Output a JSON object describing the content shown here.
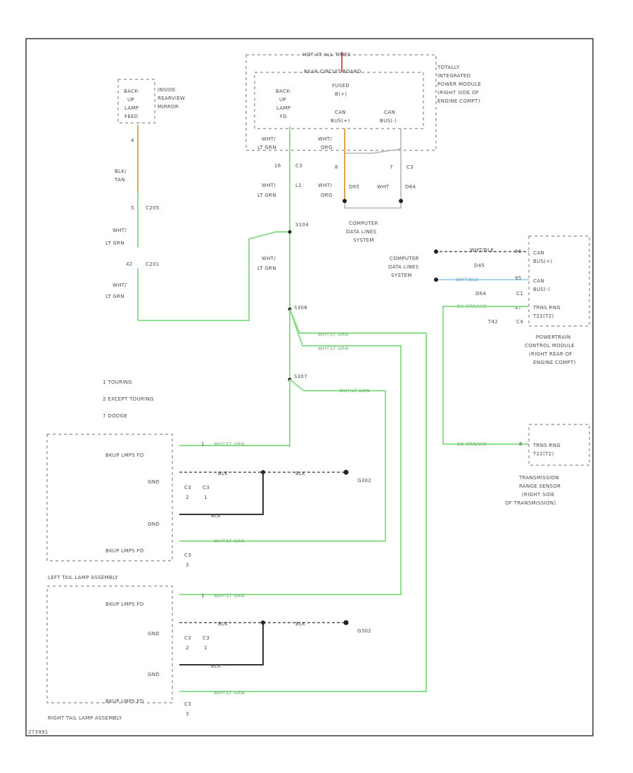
{
  "labels": {
    "hot_at_all_times": "HOT AT ALL TIMES",
    "rear_circuit_board": "REAR CIRCUIT BOARD",
    "tipm_1": "TOTALLY",
    "tipm_2": "INTEGRATED",
    "tipm_3": "POWER MODULE",
    "tipm_4": "(RIGHT SIDE OF",
    "tipm_5": "ENGINE COMPT)",
    "backup_1": "BACK-",
    "backup_2": "UP",
    "backup_3": "LAMP",
    "backup_4": "FD",
    "fused_1": "FUSED",
    "fused_2": "B(+)",
    "can1_1": "CAN",
    "can1_2": "BUS(+)",
    "can2_1": "CAN",
    "can2_2": "BUS(-)",
    "mirror_1": "BACK-",
    "mirror_2": "UP",
    "mirror_3": "LAMP",
    "mirror_4": "FEED",
    "inside_1": "INSIDE",
    "inside_2": "REARVIEW",
    "inside_3": "MIRROR",
    "pin_4": "4",
    "blk_tan_1": "BLK/",
    "blk_tan_2": "TAN",
    "pin_5": "5",
    "c205": "C205",
    "wht_ltgrn": "WHT/",
    "ltgrn": "LT GRN",
    "pin_42": "42",
    "c201": "C201",
    "pin_16": "16",
    "c3_a": "C3",
    "pin_l1": "L1",
    "s104": "S104",
    "wht_org": "WHT/",
    "org": "ORG",
    "pin_8": "8",
    "d65": "D65",
    "pin_7": "7",
    "wht": "WHT",
    "d64": "D64",
    "c3_b": "C3",
    "cdl_1": "COMPUTER",
    "cdl_2": "DATA LINES",
    "cdl_3": "SYSTEM",
    "s308": "S308",
    "s307": "S307",
    "w_wht_ltgrn": "WHT/LT GRN",
    "cdl2_1": "COMPUTER",
    "cdl2_2": "DATA LINES",
    "cdl2_3": "SYSTEM",
    "wht_blk": "WHT/BLK",
    "d45": "D45",
    "wht_blu": "WHT/BLU",
    "d64b": "D64",
    "pin_96": "96",
    "pin_95": "95",
    "can_p_1": "CAN",
    "can_p_2": "BUS(+)",
    "can_m_1": "CAN",
    "can_m_2": "BUS(-)",
    "c1": "C1",
    "trs_1": "TRNS RNG",
    "trs_2": "T22(T2)",
    "pin_47": "47",
    "gry_vio": "DK GRN/VIO",
    "t42": "T42",
    "c4": "C4",
    "pcm_1": "POWERTRAIN",
    "pcm_2": "CONTROL MODULE",
    "pcm_3": "(RIGHT REAR OF",
    "pcm_4": "ENGINE COMPT)",
    "legend_1": "1   TOURING",
    "legend_2": "2   EXCEPT TOURING",
    "legend_3": "7   DODGE",
    "pin_6": "6",
    "trs2_1": "TRNS RNG",
    "trs2_2": "T22(T2)",
    "tr_1": "TRANSMISSION",
    "tr_2": "RANGE SENSOR",
    "tr_3": "(RIGHT SIDE",
    "tr_4": "OF TRANSMISSION)",
    "bkup_fd": "BKUP LMPS FD",
    "gnd": "GND",
    "pin_c3": "C3",
    "pin_2": "2",
    "pin_1": "1",
    "pin_3": "3",
    "blk": "BLK",
    "g302": "G302",
    "left_tail": "LEFT TAIL LAMP ASSEMBLY",
    "right_tail": "RIGHT TAIL LAMP ASSEMBLY",
    "footer": "273991"
  }
}
